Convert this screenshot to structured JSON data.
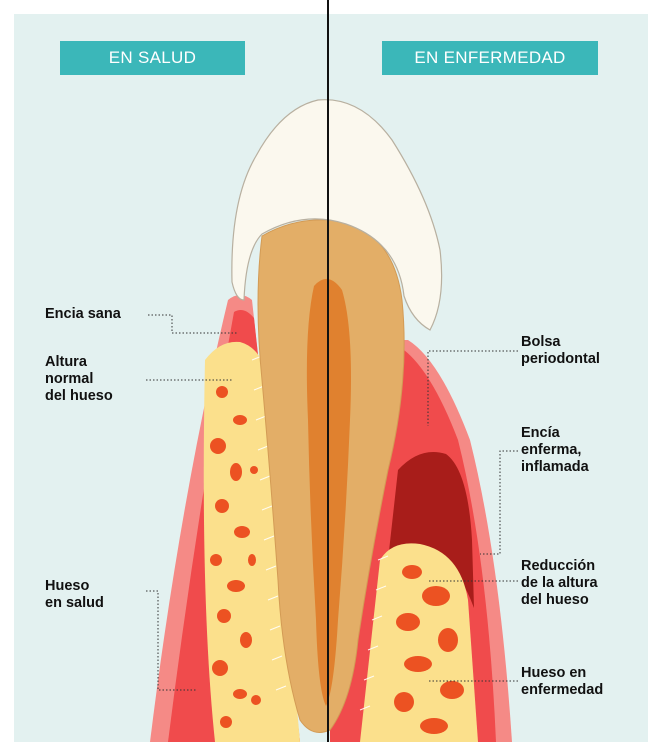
{
  "colors": {
    "background": "#e3f1f0",
    "label_banner": "#3bb7b9",
    "enamel": "#fbf8ee",
    "dentin": "#e3ae67",
    "pulp": "#e0812f",
    "gum": "#f04b4c",
    "gum_light": "#f58a86",
    "bone": "#fbe08c",
    "bone_holes": "#ec5222",
    "periodontal_pocket": "#a81d1a",
    "divider": "#111111"
  },
  "panels": {
    "healthy_title": "EN SALUD",
    "disease_title": "EN ENFERMEDAD"
  },
  "labels": {
    "healthy_gum": "Encia sana",
    "normal_bone_height": [
      "Altura",
      "normal",
      "del hueso"
    ],
    "healthy_bone": [
      "Hueso",
      "en salud"
    ],
    "periodontal_pocket": [
      "Bolsa",
      "periodontal"
    ],
    "diseased_gum": [
      "Encía",
      "enferma,",
      "inflamada"
    ],
    "bone_height_reduction": [
      "Reducción",
      "de la altura",
      "del hueso"
    ],
    "diseased_bone": [
      "Hueso en",
      "enfermedad"
    ]
  },
  "icons": {
    "tooth": "tooth-cross-section-illustration"
  }
}
